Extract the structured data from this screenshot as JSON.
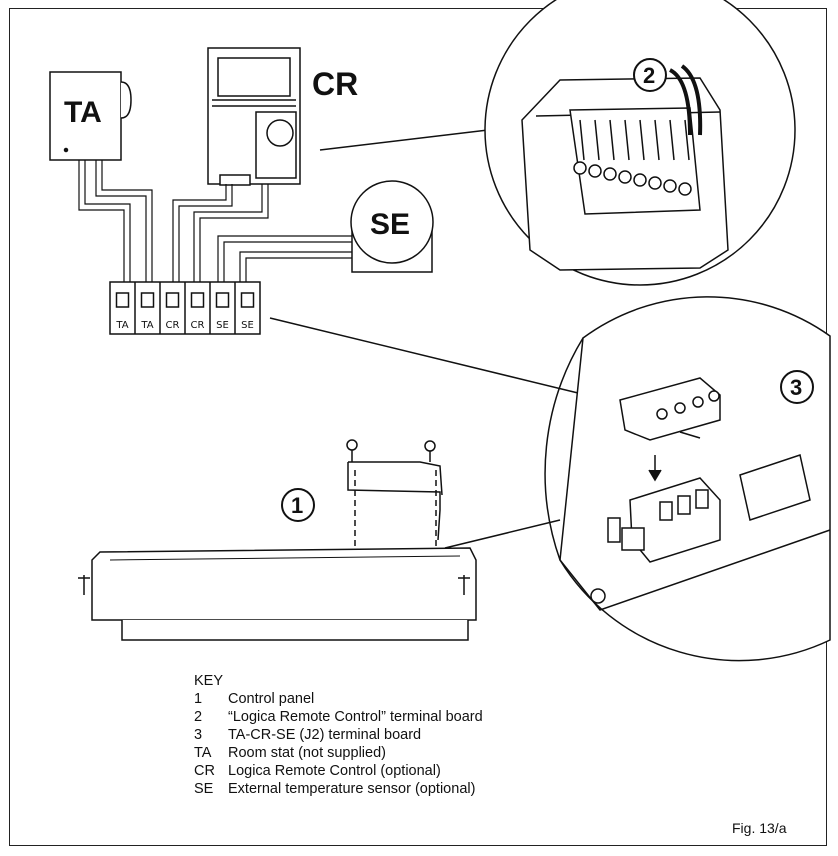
{
  "labels": {
    "ta": "TA",
    "cr": "CR",
    "se": "SE",
    "callout1": "1",
    "callout2": "2",
    "callout3": "3"
  },
  "terminals": [
    "TA",
    "TA",
    "CR",
    "CR",
    "SE",
    "SE"
  ],
  "key": {
    "title": "KEY",
    "items": [
      {
        "code": "1",
        "text": "Control panel"
      },
      {
        "code": "2",
        "text": "“Logica Remote Control” terminal board"
      },
      {
        "code": "3",
        "text": "TA-CR-SE (J2) terminal board"
      },
      {
        "code": "TA",
        "text": "Room stat (not supplied)"
      },
      {
        "code": "CR",
        "text": "Logica Remote Control (optional)"
      },
      {
        "code": "SE",
        "text": "External temperature sensor (optional)"
      }
    ]
  },
  "figure_label": "Fig. 13/a"
}
